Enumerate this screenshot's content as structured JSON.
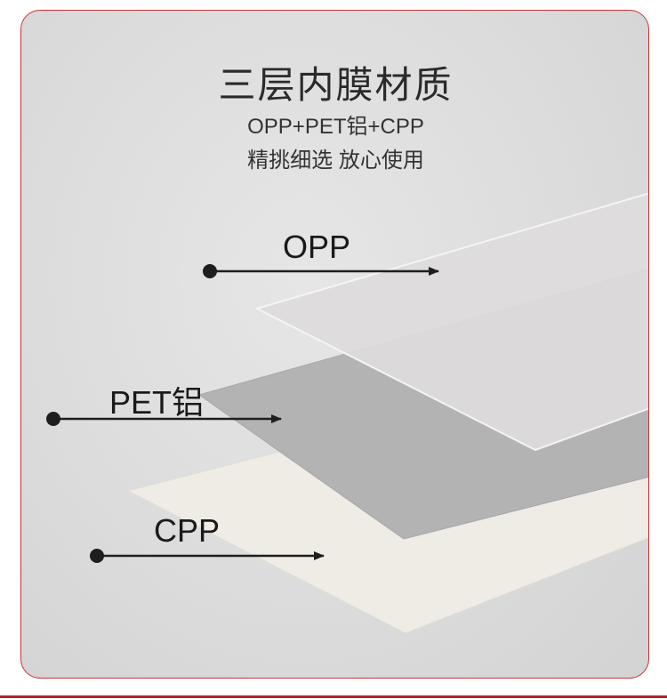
{
  "heading": {
    "title": "三层内膜材质",
    "subtitle": "OPP+PET铝+CPP",
    "tagline": "精挑细选 放心使用"
  },
  "layers": [
    {
      "label": "OPP",
      "color": "#dedbdb"
    },
    {
      "label": "PET铝",
      "color": "#b3b3b3"
    },
    {
      "label": "CPP",
      "color": "#efece6"
    }
  ],
  "colors": {
    "accent": "#c8333a",
    "arrow": "#1e1e1e"
  }
}
